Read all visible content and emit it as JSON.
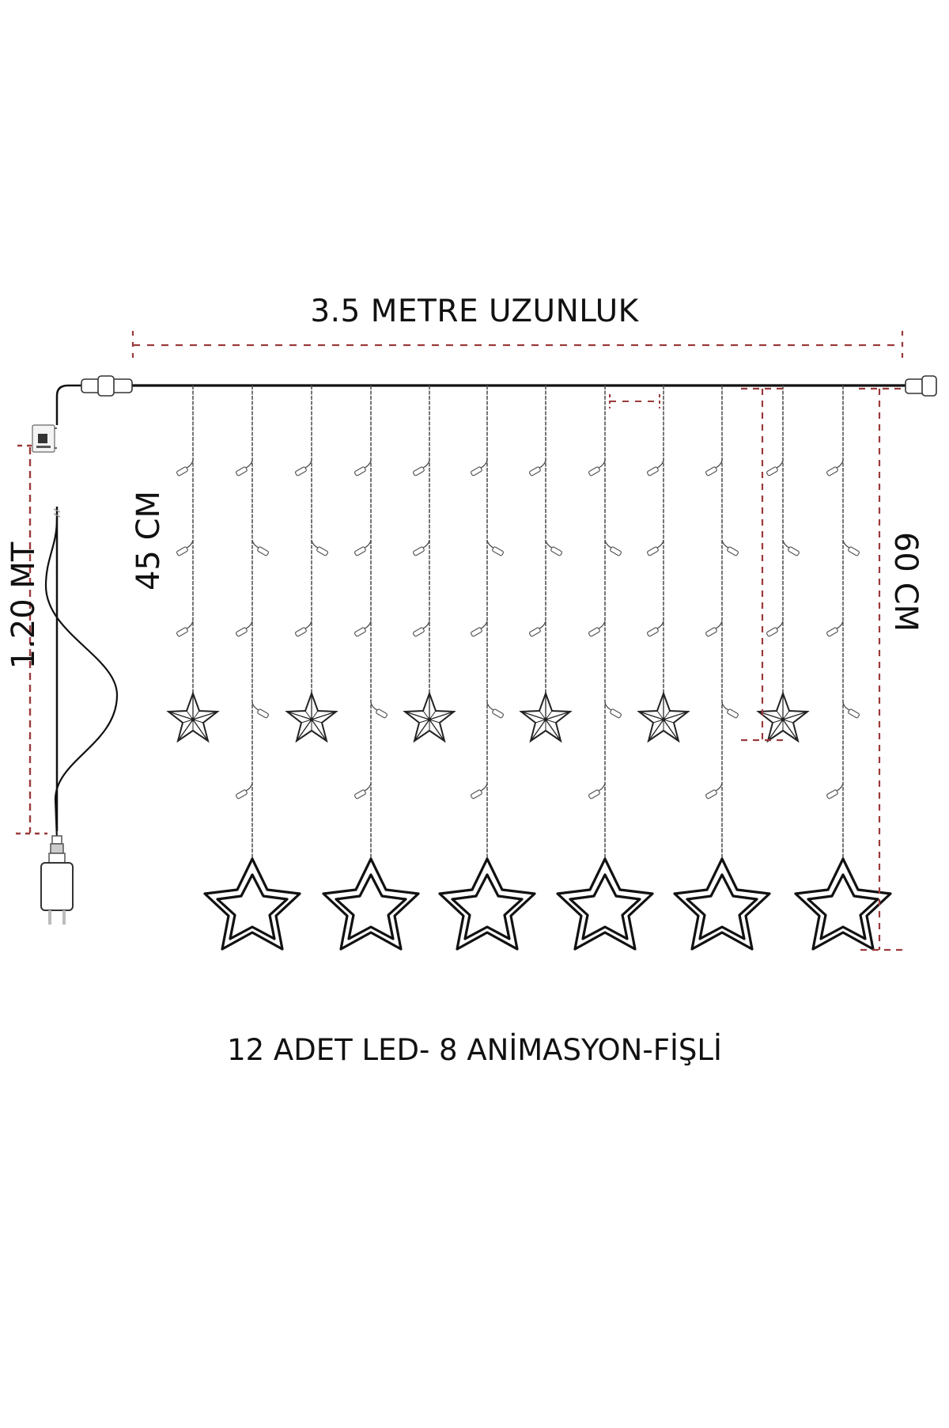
{
  "diagram": {
    "title": "3.5 METRE UZUNLUK",
    "footer": "12 ADET LED- 8 ANİMASYON-FİŞLİ",
    "dimensions": {
      "total_length": "3.5 METRE UZUNLUK",
      "power_cable": "1.20 MT",
      "short_strand": "45 CM",
      "long_strand": "60 CM"
    },
    "colors": {
      "line": "#111111",
      "strand": "#555555",
      "dimension": "#9b3a3a",
      "background": "#ffffff"
    },
    "strands": {
      "count": 12,
      "small_star_count": 6,
      "large_star_count": 6
    }
  }
}
